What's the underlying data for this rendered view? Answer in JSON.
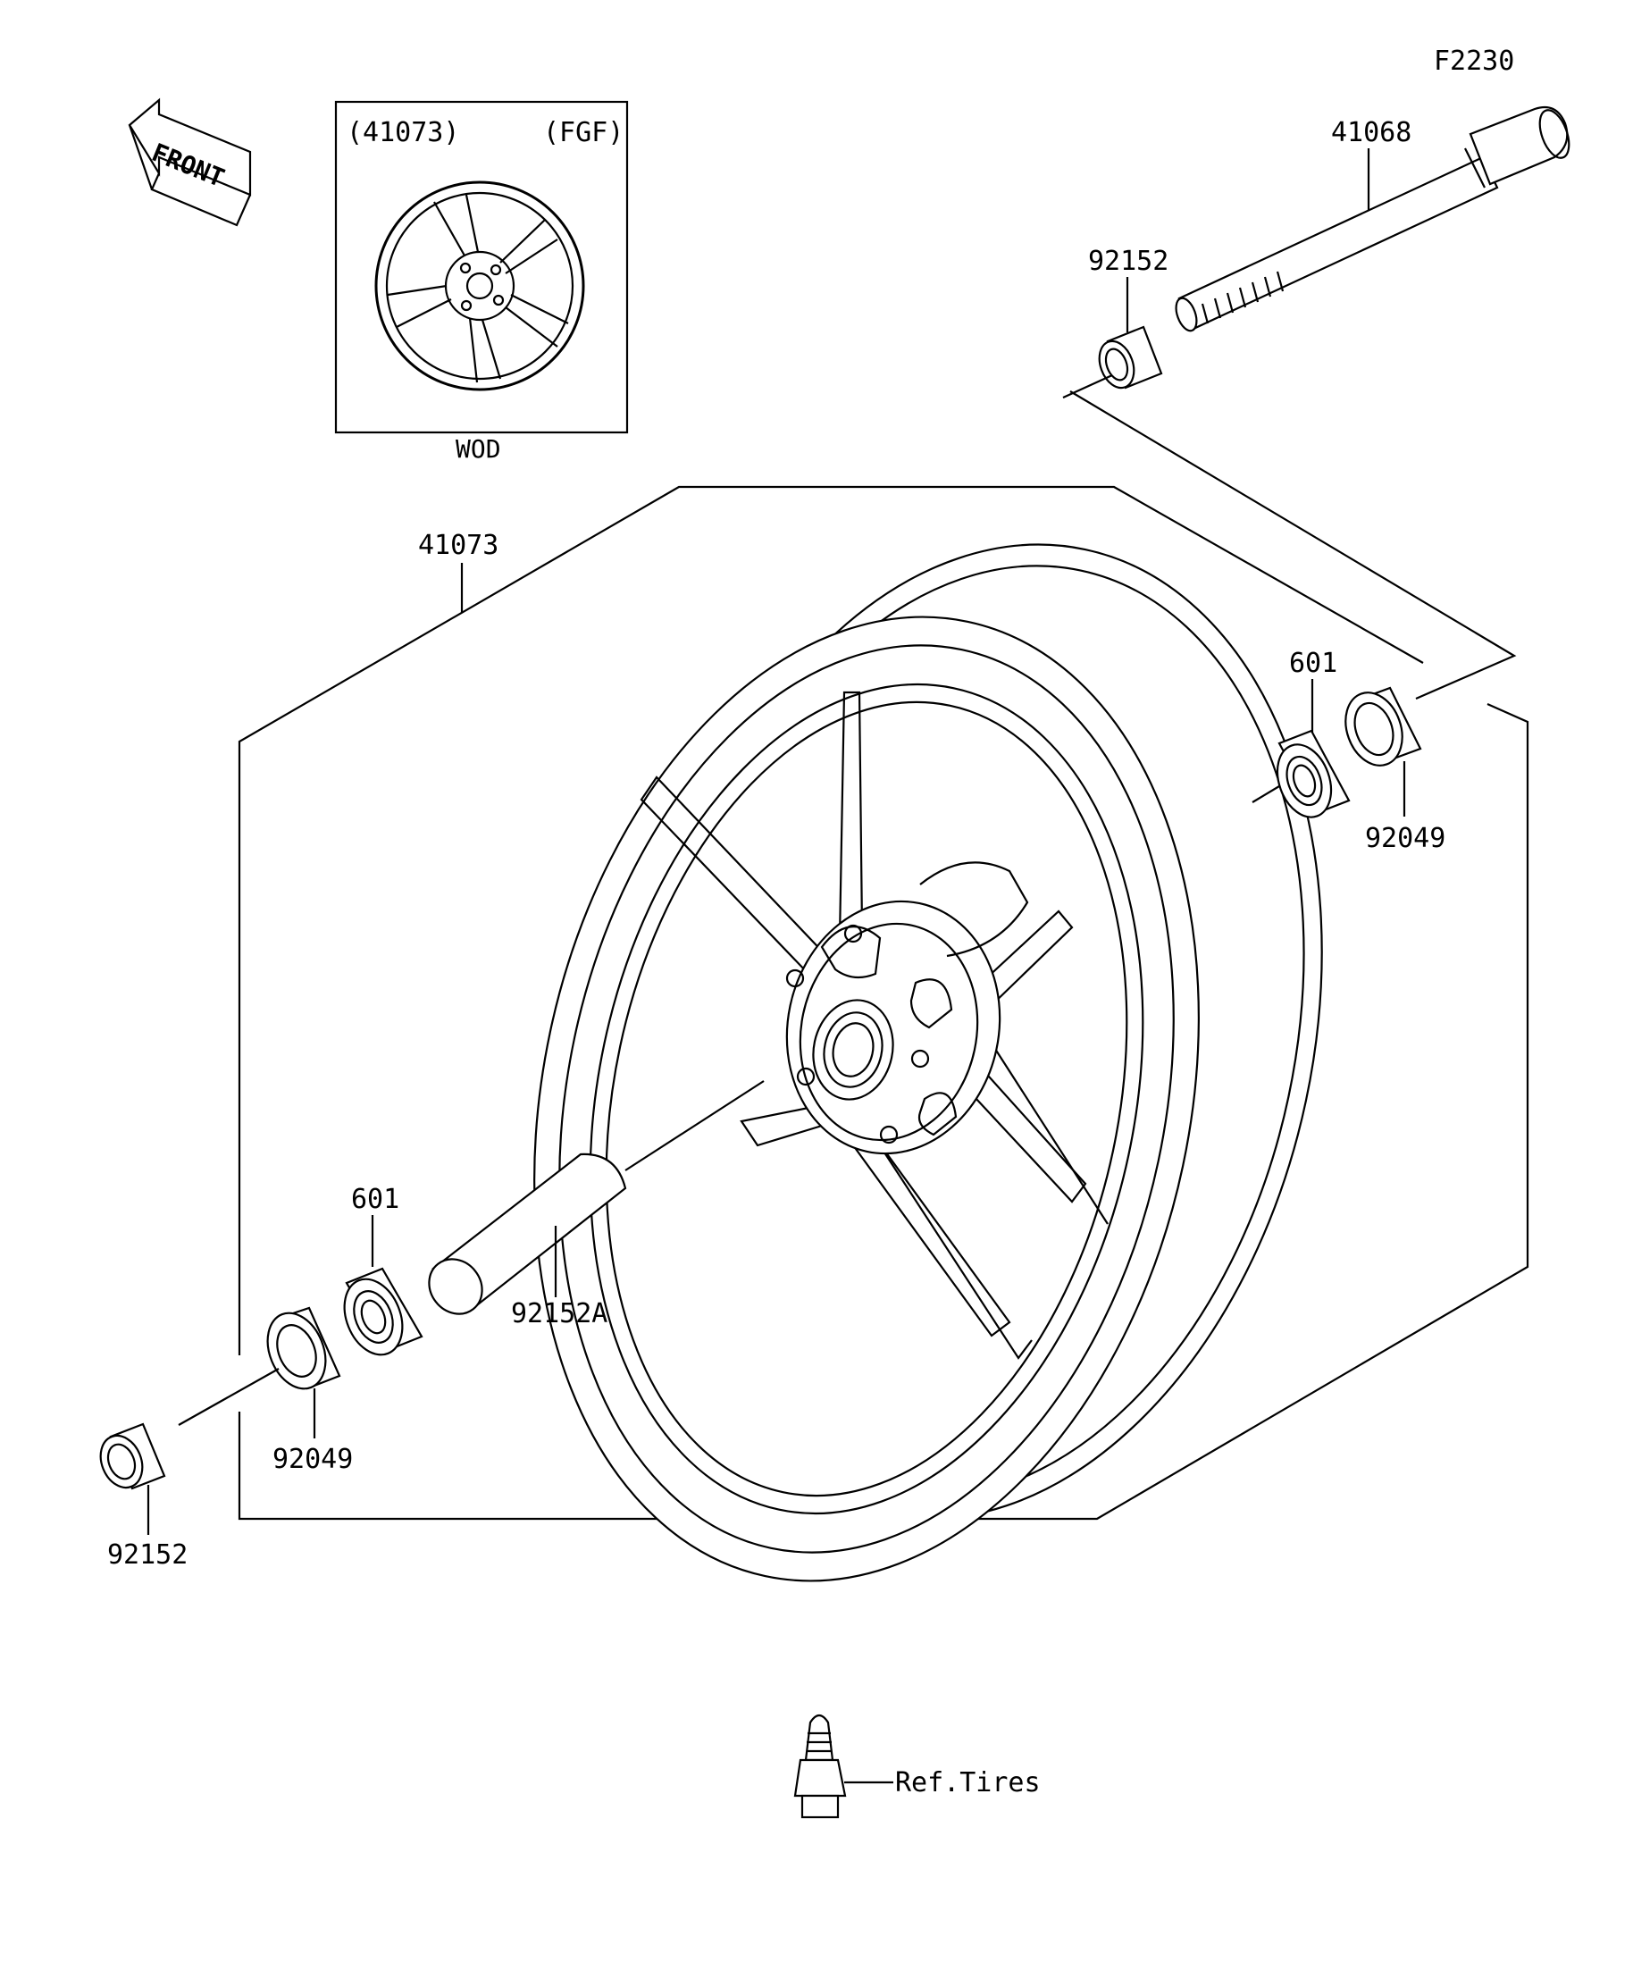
{
  "diagram_code": "F2230",
  "inset": {
    "part_ref": "(41073)",
    "color_code": "(FGF)",
    "variant": "WOD"
  },
  "front_label": "FRONT",
  "parts": {
    "axle": "41068",
    "collar_right": "92152",
    "wheel": "41073",
    "bearing_right": "601",
    "seal_right": "92049",
    "bearing_left": "601",
    "spacer": "92152A",
    "seal_left": "92049",
    "collar_left": "92152"
  },
  "valve_ref": "Ref.Tires"
}
